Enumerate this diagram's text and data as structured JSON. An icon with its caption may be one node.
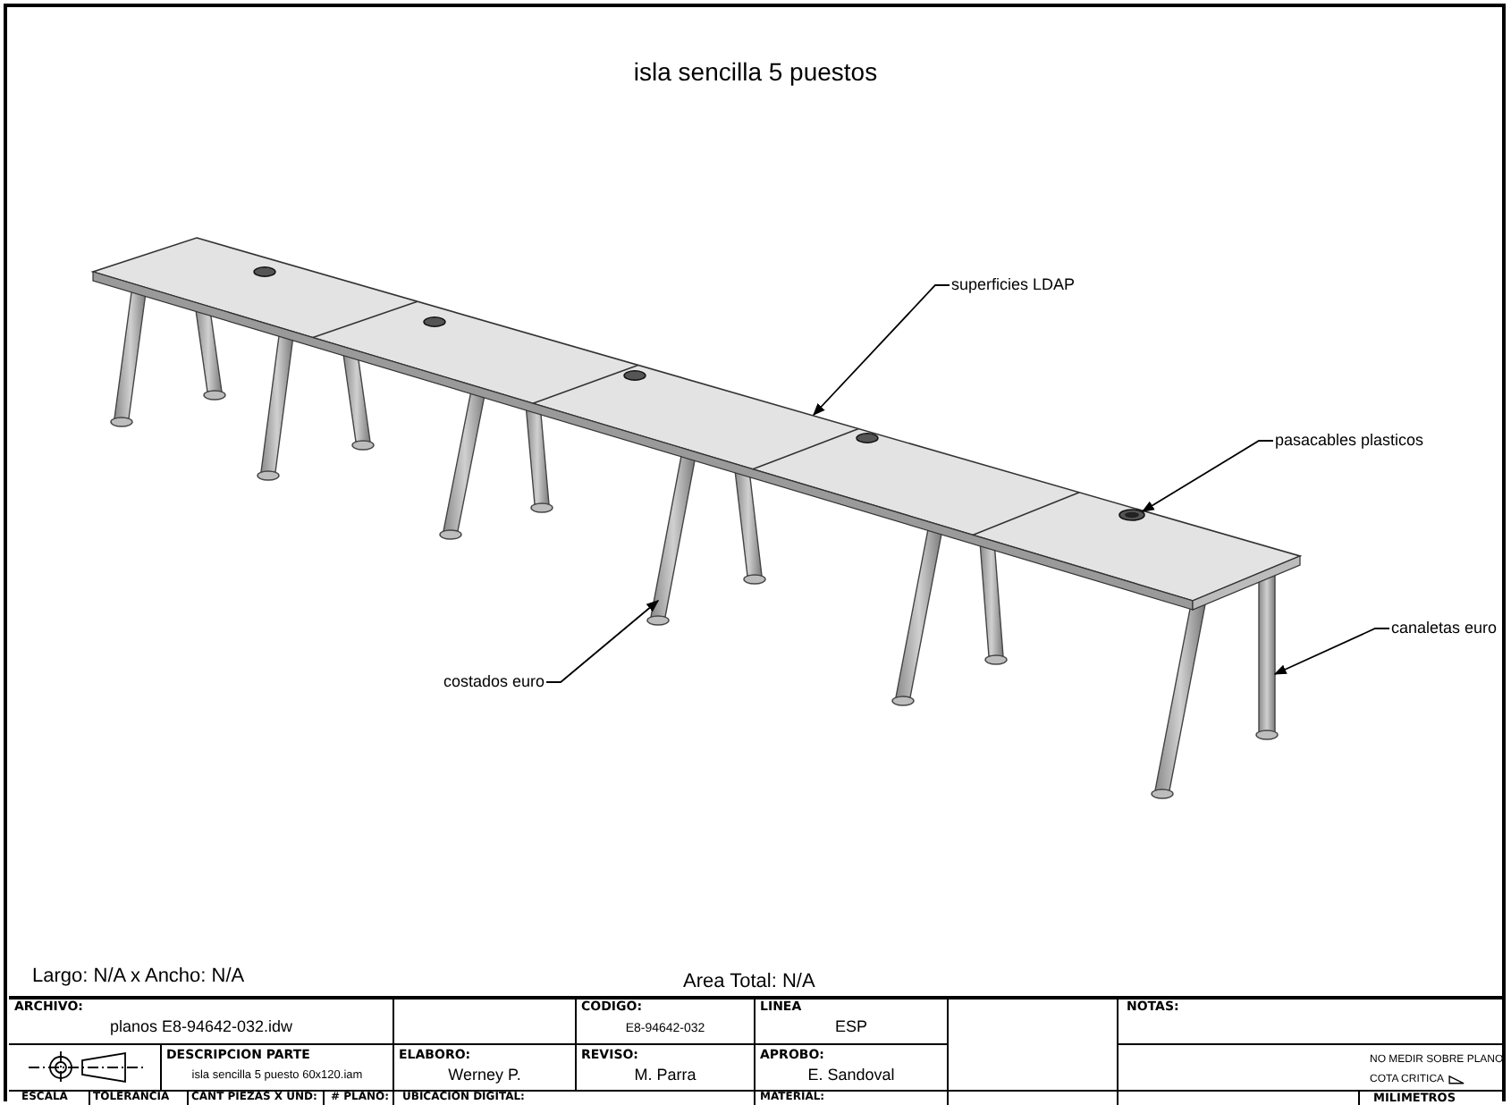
{
  "diagram": {
    "title": "isla sencilla 5 puestos",
    "nodes": [
      {
        "text": [
          "superficies LDAP"
        ]
      },
      {
        "text": [
          "pasacables plasticos"
        ]
      },
      {
        "text": [
          "canaletas euro"
        ]
      },
      {
        "text": [
          "costados euro"
        ]
      },
      {
        "text": [],
        "shape": "picture"
      },
      {
        "text": [],
        "shape": "picture",
        "in": 4
      },
      {
        "text": [],
        "shape": "picture"
      },
      {
        "text": [],
        "shape": "picture"
      }
    ],
    "edges": [
      {
        "from": 0,
        "to": 4,
        "arrow": "to"
      },
      {
        "from": 1,
        "to": 5,
        "arrow": "to"
      },
      {
        "from": 2,
        "to": 6,
        "arrow": "to"
      },
      {
        "from": 3,
        "to": 7,
        "arrow": "to"
      }
    ],
    "labels": [
      "Largo: N/A x Ancho: N/A",
      "Area Total: N/A",
      "ARCHIVO:",
      "planos E8-94642-032.idw",
      "CODIGO:",
      "E8-94642-032",
      "LINEA",
      "ESP",
      "NOTAS:",
      "DESCRIPCION PARTE",
      "isla sencilla 5 puesto 60x120.iam",
      "ELABORO:",
      "Werney P.",
      "REVISO:",
      "M. Parra",
      "APROBO:",
      "E. Sandoval",
      "NO MEDIR SOBRE PLANO",
      "COTA CRITICA",
      "ESCALA",
      "TOLERANCIA",
      "CANT PIEZAS X UND:",
      "# PLANO:",
      "UBICACION DIGITAL:",
      "MATERIAL:",
      "MILIMETROS"
    ]
  }
}
